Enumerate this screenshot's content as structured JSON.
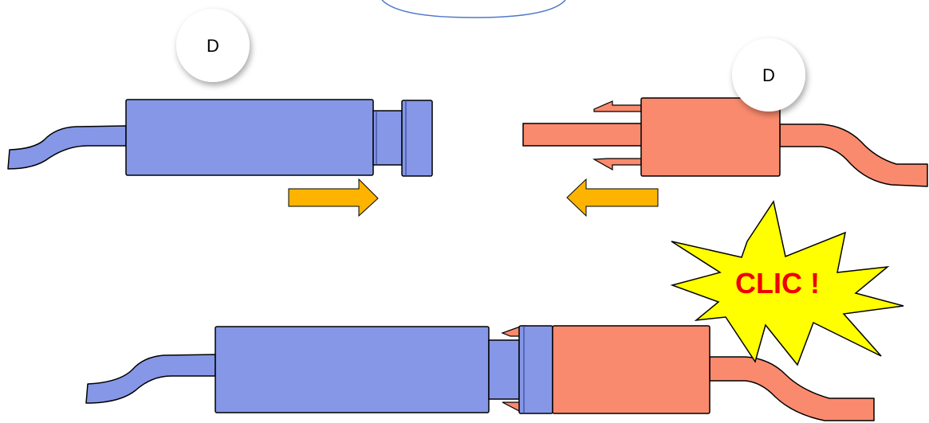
{
  "labels": {
    "left_connector": "D",
    "right_connector": "D",
    "burst": "CLIC !"
  },
  "colors": {
    "male_body": "#8597e6",
    "female_body": "#fa8a6e",
    "arrow": "#fdb300",
    "burst_fill": "#ffff00",
    "burst_text": "#ee0000",
    "top_circle_stroke": "#4f78c8"
  },
  "icons": {
    "left_arrow": "arrow-right-icon",
    "right_arrow": "arrow-left-icon",
    "burst": "starburst-icon"
  }
}
